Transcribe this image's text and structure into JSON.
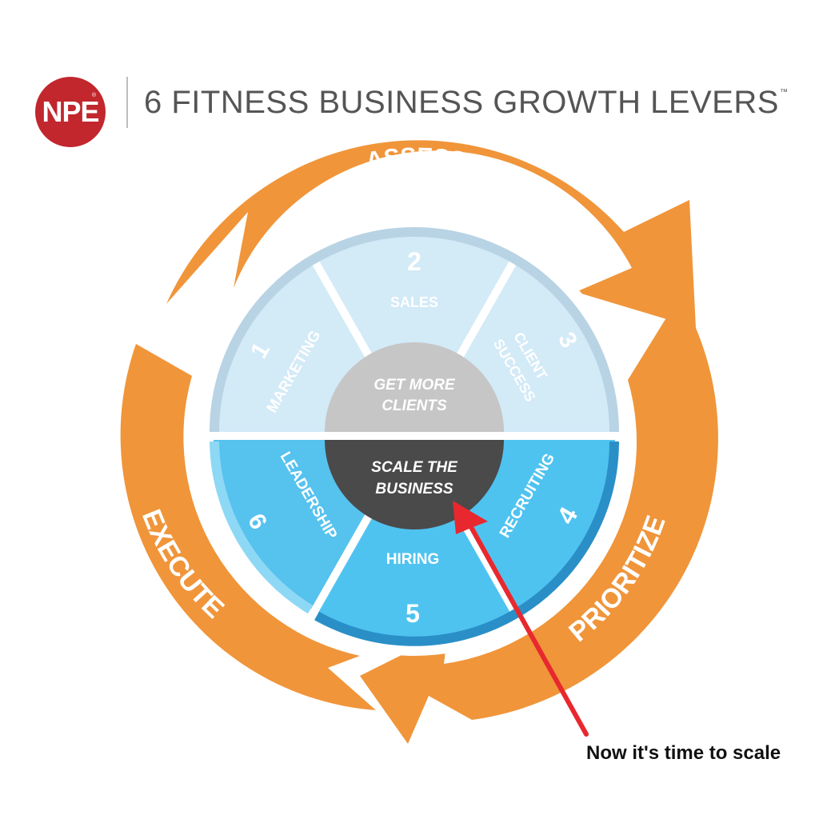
{
  "logo": {
    "text": "NPE",
    "tm": "®"
  },
  "title": {
    "text": "6 FITNESS BUSINESS GROWTH LEVERS",
    "tm": "™"
  },
  "cycle": {
    "assess": "ASSESS",
    "prioritize": "PRIORITIZE",
    "execute": "EXECUTE"
  },
  "levers": {
    "marketing": {
      "number": "1",
      "label": "MARKETING"
    },
    "sales": {
      "number": "2",
      "label": "SALES"
    },
    "client_success": {
      "number": "3",
      "label_line1": "CLIENT",
      "label_line2": "SUCCESS"
    },
    "recruiting": {
      "number": "4",
      "label": "RECRUITING"
    },
    "hiring": {
      "number": "5",
      "label": "HIRING"
    },
    "leadership": {
      "number": "6",
      "label": "LEADERSHIP"
    }
  },
  "center": {
    "top_line1": "GET MORE",
    "top_line2": "CLIENTS",
    "bottom_line1": "SCALE THE",
    "bottom_line2": "BUSINESS"
  },
  "callout": {
    "text": "Now it's time to scale"
  },
  "colors": {
    "brand_red": "#c1272d",
    "orange": "#f0953a",
    "light_blue": "#d3eaf7",
    "light_blue_rim": "#aecfe2",
    "bright_blue": "#4fc3f0",
    "dark_blue_rim": "#2a8fc7",
    "center_gray": "#c6c6c6",
    "center_dark": "#4a4a4a",
    "arrow_red": "#e8282e"
  }
}
